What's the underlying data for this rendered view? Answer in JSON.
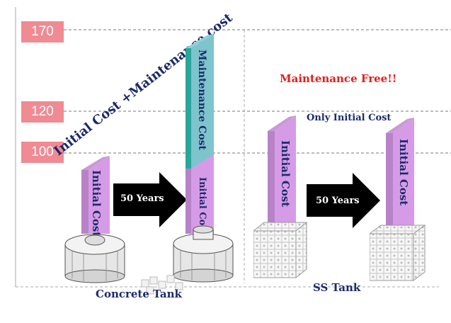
{
  "axis": {
    "ticks": [
      "170",
      "120",
      "100"
    ]
  },
  "diagonal_label": "Initial Cost +Maintenance cost",
  "labels": {
    "initial_cost": "Initial Cost",
    "maintenance_cost": "Maintenance Cost",
    "duration": "50 Years",
    "maintenance_free": "Maintenance Free!!",
    "only_initial_cost": "Only Initial Cost"
  },
  "tanks": {
    "concrete": "Concrete Tank",
    "ss": "SS Tank"
  },
  "colors": {
    "tick_bg": "#f08a93",
    "initial_cost_column": "#d69be6",
    "maintenance_column": "#7ec4cc",
    "maintenance_free_text": "#e51c1c",
    "navy_text": "#1a2a6b",
    "arrow": "#000000"
  }
}
